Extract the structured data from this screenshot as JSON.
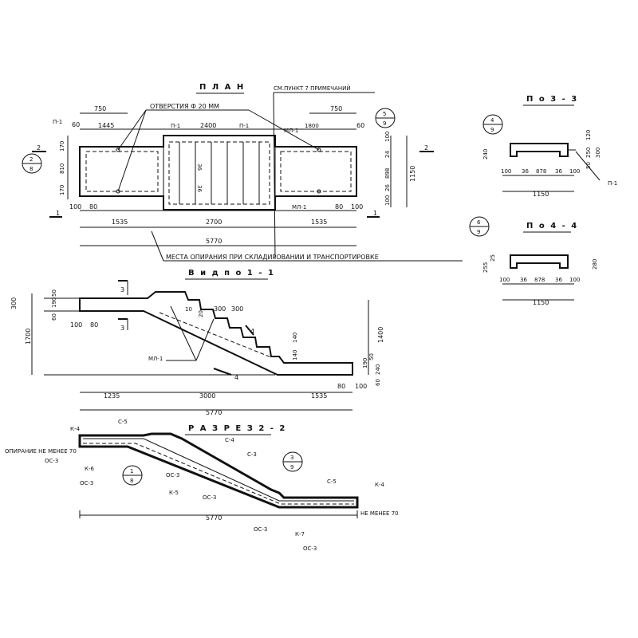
{
  "plan": {
    "title": "П Л А Н",
    "note": "СМ.ПУНКТ 7 ПРИМЕЧАНИЙ",
    "holes": "ОТВЕРСТИЯ Ф 20 ММ",
    "support": "МЕСТА ОПИРАНИЯ ПРИ СКЛАДИРОВАНИИ И ТРАНСПОРТИРОВКЕ",
    "dims": [
      "750",
      "750",
      "60",
      "1445",
      "2400",
      "1800",
      "60",
      "170",
      "810",
      "170",
      "100",
      "80",
      "1535",
      "2700",
      "1535",
      "80",
      "100",
      "5770",
      "1150",
      "100",
      "24",
      "898",
      "26",
      "100"
    ],
    "labels": [
      "П-1",
      "П-1",
      "П-1",
      "МЛ-1",
      "МЛ-1",
      "36",
      "36",
      "2",
      "2",
      "1",
      "1"
    ],
    "callouts": [
      {
        "num": "2",
        "sheet": "8"
      },
      {
        "num": "5",
        "sheet": "9"
      }
    ]
  },
  "view11": {
    "title": "В и д   п о   1 - 1",
    "dims": [
      "300",
      "60",
      "190",
      "50",
      "100",
      "80",
      "1700",
      "10",
      "20",
      "300",
      "300",
      "140",
      "140",
      "1400",
      "190",
      "50",
      "60",
      "240",
      "80",
      "100",
      "1235",
      "3000",
      "1535",
      "5770"
    ],
    "labels": [
      "3",
      "3",
      "4",
      "4",
      "МЛ-1"
    ]
  },
  "section22": {
    "title": "Р А З Р Е З   2 - 2",
    "labels": [
      "К-4",
      "С-5",
      "С-4",
      "С-3",
      "С-5",
      "К-4",
      "ОС-3",
      "К-6",
      "ОС-3",
      "ОС-3",
      "К-5",
      "ОС-3",
      "ОС-3",
      "К-7",
      "ОС-3",
      "ОПИРАНИЕ НЕ МЕНЕЕ 70",
      "НЕ МЕНЕЕ 70",
      "5770"
    ],
    "callouts": [
      {
        "num": "1",
        "sheet": "8"
      },
      {
        "num": "3",
        "sheet": "9"
      }
    ]
  },
  "view33": {
    "title": "П о   3 - 3",
    "callout": {
      "num": "4",
      "sheet": "9"
    },
    "dims": [
      "240",
      "120",
      "250",
      "50",
      "300",
      "100",
      "36",
      "878",
      "36",
      "100",
      "1150"
    ],
    "label": "П-1"
  },
  "view44": {
    "title": "П о   4 - 4",
    "callout": {
      "num": "6",
      "sheet": "9"
    },
    "dims": [
      "255",
      "25",
      "280",
      "100",
      "36",
      "878",
      "36",
      "100",
      "1150"
    ]
  }
}
